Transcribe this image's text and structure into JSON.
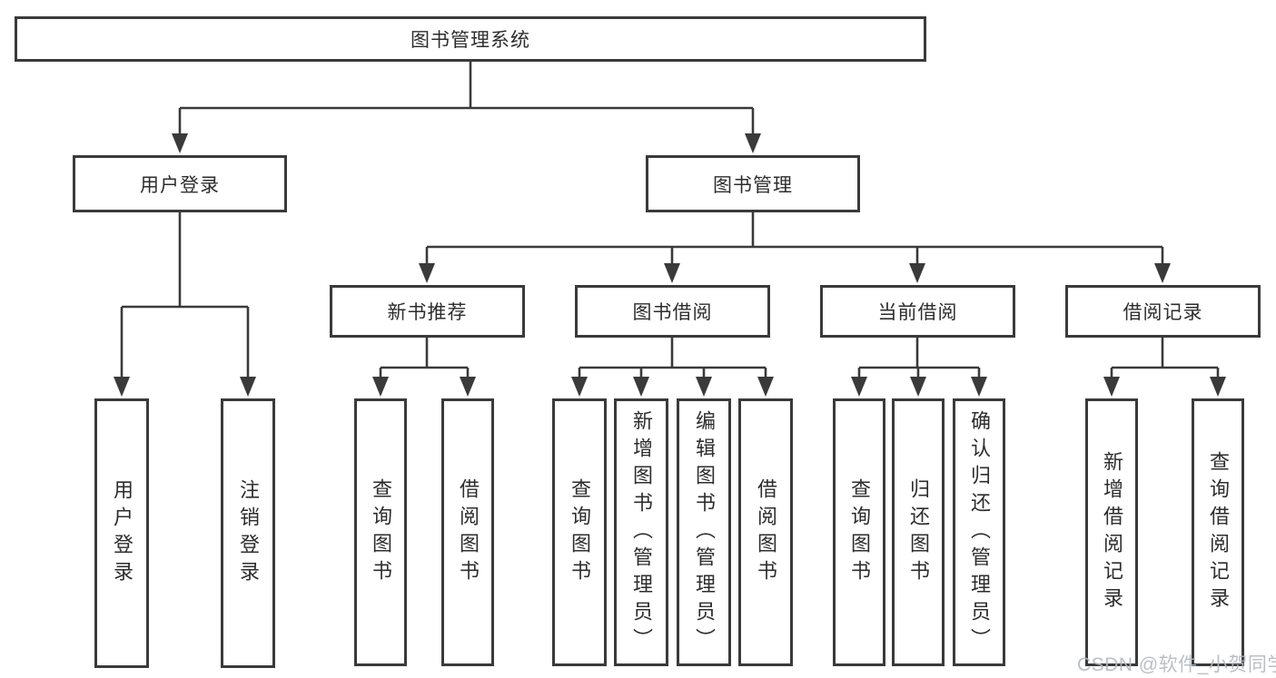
{
  "nodes": {
    "root": {
      "label": "图书管理系统"
    },
    "level2": [
      {
        "label": "用户登录"
      },
      {
        "label": "图书管理"
      }
    ],
    "level3": [
      {
        "label": "新书推荐"
      },
      {
        "label": "图书借阅"
      },
      {
        "label": "当前借阅"
      },
      {
        "label": "借阅记录"
      }
    ],
    "leaves": {
      "login": [
        {
          "label": "用户登录"
        },
        {
          "label": "注销登录"
        }
      ],
      "recommend": [
        {
          "label": "查询图书"
        },
        {
          "label": "借阅图书"
        }
      ],
      "borrow": [
        {
          "label": "查询图书"
        },
        {
          "label": "新增图书（管理员）"
        },
        {
          "label": "编辑图书（管理员）"
        },
        {
          "label": "借阅图书"
        }
      ],
      "current": [
        {
          "label": "查询图书"
        },
        {
          "label": "归还图书"
        },
        {
          "label": "确认归还（管理员）"
        }
      ],
      "records": [
        {
          "label": "新增借阅记录"
        },
        {
          "label": "查询借阅记录"
        }
      ]
    }
  },
  "watermark": "CSDN @软件_小贺同学",
  "colors": {
    "line": "#3a3a3a",
    "text": "#2d2d2d",
    "watermark": "#b4b9bd",
    "background": "#ffffff"
  }
}
